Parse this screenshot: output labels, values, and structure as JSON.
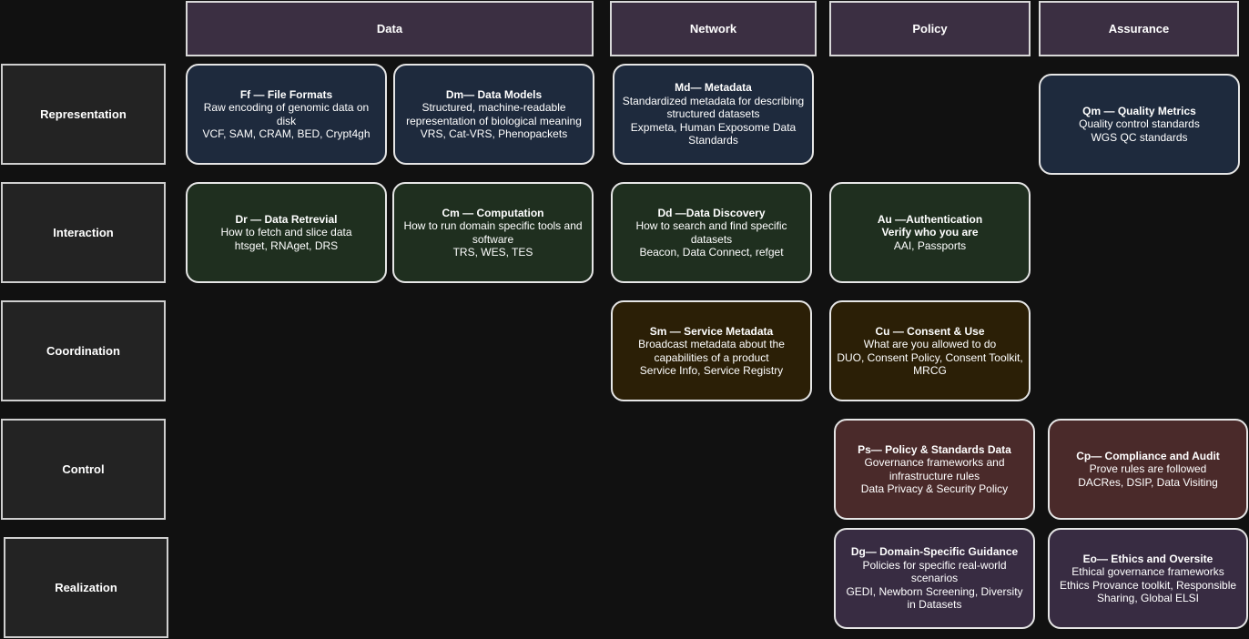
{
  "columns": [
    {
      "label": "Data"
    },
    {
      "label": "Network"
    },
    {
      "label": "Policy"
    },
    {
      "label": "Assurance"
    }
  ],
  "rows": [
    {
      "label": "Representation"
    },
    {
      "label": "Interaction"
    },
    {
      "label": "Coordination"
    },
    {
      "label": "Control"
    },
    {
      "label": "Realization"
    }
  ],
  "cards": {
    "ff": {
      "title": "Ff — File Formats",
      "lines": [
        "Raw encoding of genomic data on disk",
        "VCF, SAM, CRAM, BED, Crypt4gh"
      ]
    },
    "dm": {
      "title": "Dm— Data Models",
      "lines": [
        "Structured, machine-readable representation of biological meaning",
        "VRS, Cat-VRS, Phenopackets"
      ]
    },
    "md": {
      "title": "Md— Metadata",
      "lines": [
        "Standardized metadata for describing structured datasets",
        "Expmeta, Human Exposome Data Standards"
      ]
    },
    "qm": {
      "title": "Qm — Quality Metrics",
      "lines": [
        "Quality control standards",
        "WGS QC standards"
      ]
    },
    "dr": {
      "title": "Dr — Data Retrevial",
      "lines": [
        "How to fetch and slice data",
        "htsget, RNAget, DRS"
      ]
    },
    "cm": {
      "title": "Cm — Computation",
      "lines": [
        "How to run domain specific tools and software",
        "TRS, WES, TES"
      ]
    },
    "dd": {
      "title": "Dd —Data Discovery",
      "lines": [
        "How to search and find specific datasets",
        "Beacon, Data Connect, refget"
      ]
    },
    "au": {
      "title": "Au —Authentication",
      "subtitle": "Verify who you are",
      "lines": [
        "AAI, Passports"
      ]
    },
    "sm": {
      "title": "Sm — Service Metadata",
      "lines": [
        "Broadcast metadata about the capabilities of a product",
        "Service Info, Service Registry"
      ]
    },
    "cu": {
      "title": "Cu — Consent & Use",
      "lines": [
        "What are you allowed to do",
        "DUO, Consent Policy, Consent Toolkit, MRCG"
      ]
    },
    "ps": {
      "title": "Ps— Policy & Standards Data",
      "lines": [
        "Governance frameworks and infrastructure rules",
        "Data Privacy & Security Policy"
      ]
    },
    "cp": {
      "title": "Cp— Compliance and Audit",
      "lines": [
        "Prove rules are followed",
        "DACRes, DSIP, Data Visiting"
      ]
    },
    "dg": {
      "title": "Dg— Domain-Specific Guidance",
      "lines": [
        "Policies for specific real-world scenarios",
        "GEDI, Newborn Screening, Diversity in Datasets"
      ]
    },
    "eo": {
      "title": "Eo— Ethics and Oversite",
      "lines": [
        "Ethical governance frameworks",
        "Ethics Provance toolkit, Responsible Sharing, Global ELSI"
      ]
    }
  }
}
